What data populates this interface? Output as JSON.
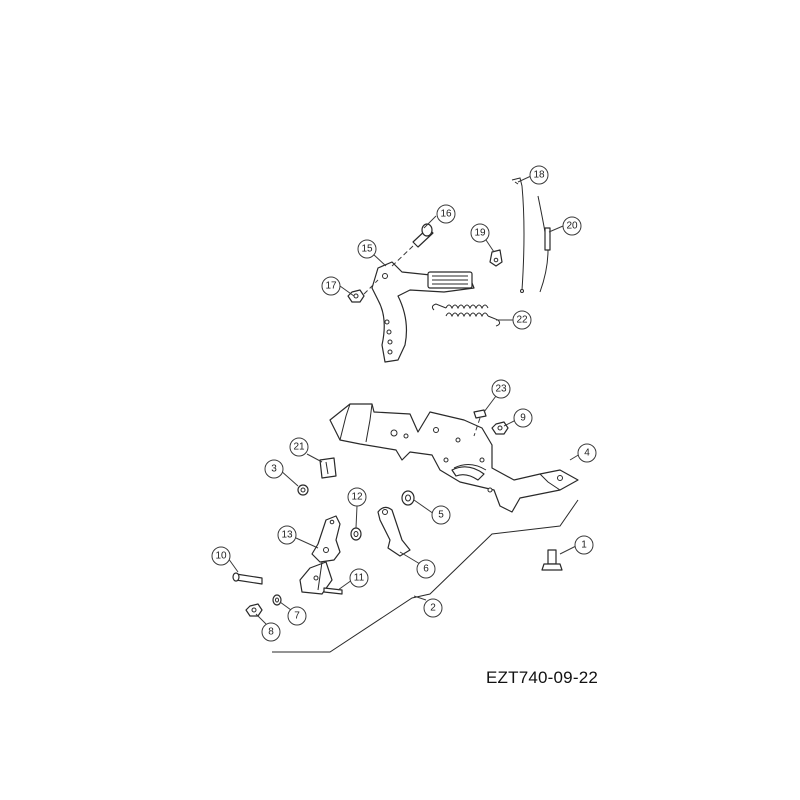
{
  "drawing": {
    "reference_code": "EZT740-09-22",
    "highlight_color": "#f3e56b",
    "line_color": "#2a2a2a"
  },
  "callouts": [
    {
      "id": "c1",
      "label": "1"
    },
    {
      "id": "c2",
      "label": "2"
    },
    {
      "id": "c3",
      "label": "3"
    },
    {
      "id": "c4",
      "label": "4"
    },
    {
      "id": "c5",
      "label": "5"
    },
    {
      "id": "c6",
      "label": "6"
    },
    {
      "id": "c7",
      "label": "7"
    },
    {
      "id": "c8",
      "label": "8"
    },
    {
      "id": "c9",
      "label": "9"
    },
    {
      "id": "c10",
      "label": "10"
    },
    {
      "id": "c11",
      "label": "11"
    },
    {
      "id": "c12",
      "label": "12"
    },
    {
      "id": "c13",
      "label": "13"
    },
    {
      "id": "c15",
      "label": "15"
    },
    {
      "id": "c16",
      "label": "16"
    },
    {
      "id": "c17",
      "label": "17"
    },
    {
      "id": "c18",
      "label": "18"
    },
    {
      "id": "c19",
      "label": "19",
      "highlighted": true
    },
    {
      "id": "c20",
      "label": "20"
    },
    {
      "id": "c21",
      "label": "21"
    },
    {
      "id": "c22",
      "label": "22"
    },
    {
      "id": "c23",
      "label": "23"
    }
  ]
}
